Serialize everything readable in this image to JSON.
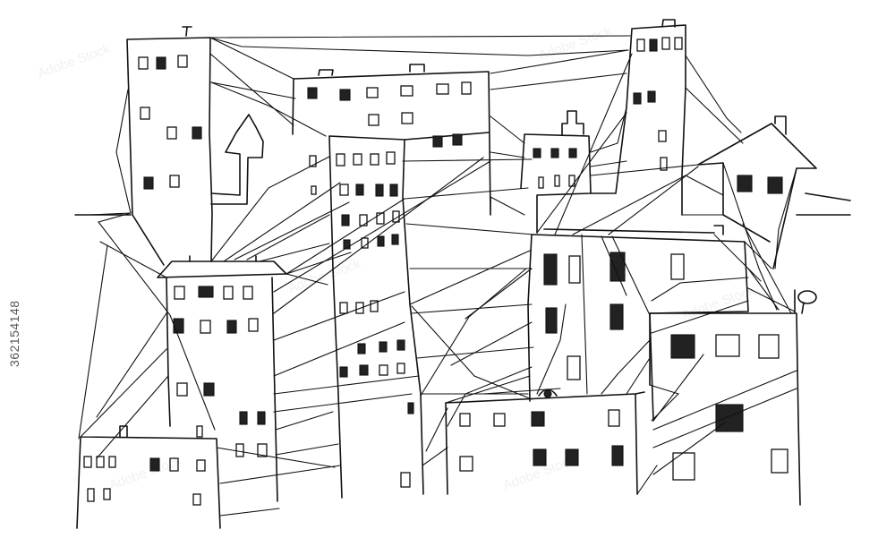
{
  "image": {
    "description_items": [
      "sketch-buildings",
      "sketch-wires",
      "stock-id"
    ],
    "stock_id": "362154148",
    "watermark_text": "Adobe Stock"
  },
  "colors": {
    "line": "#111111",
    "background": "#ffffff",
    "stock_id": "#555555"
  }
}
